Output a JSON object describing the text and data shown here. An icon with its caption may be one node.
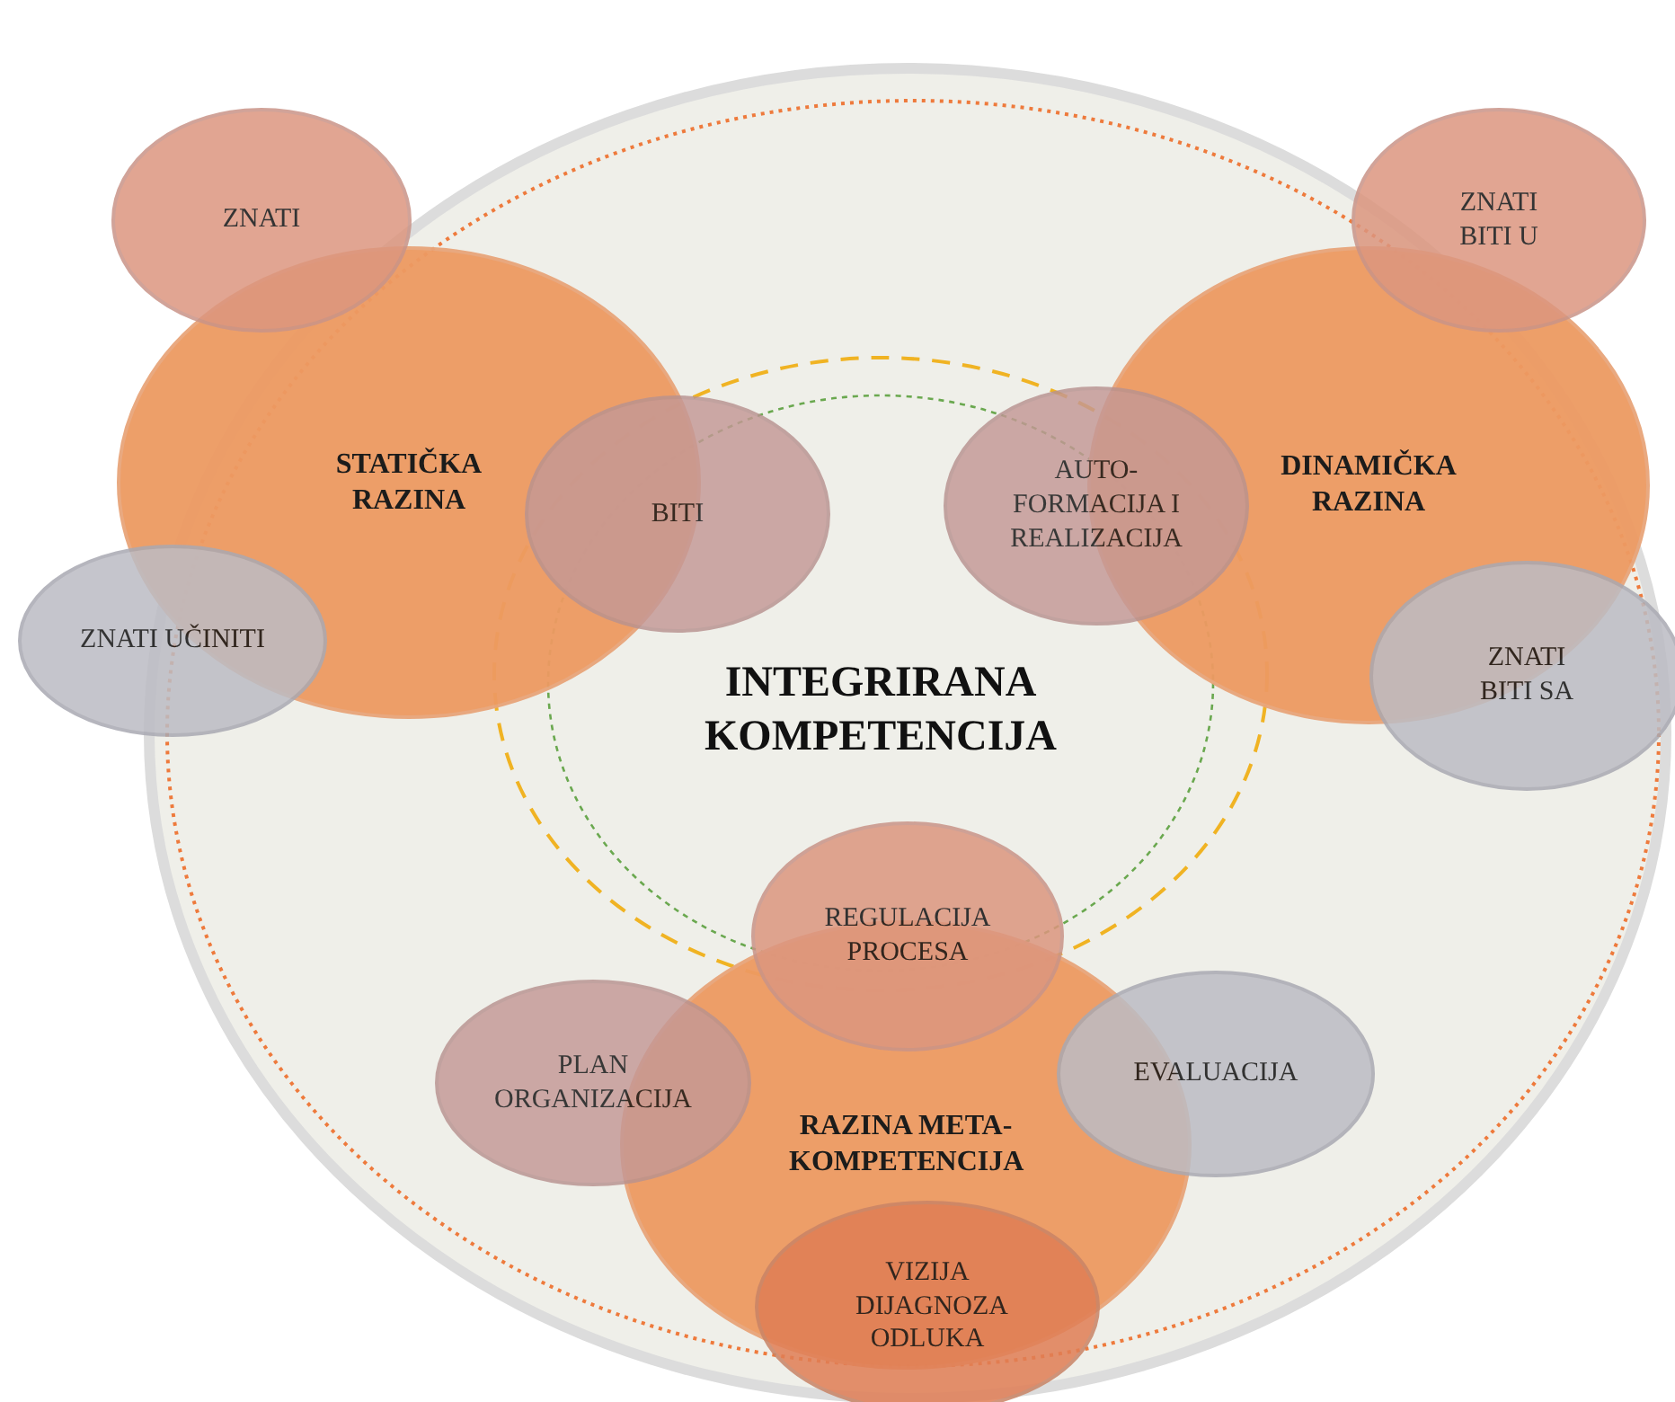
{
  "diagram": {
    "nodes": [
      {
        "text": [
          "INTEGRIRANA KOMPETENCIJA"
        ]
      },
      {
        "text": [
          "STATIČKA RAZINA"
        ]
      },
      {
        "text": [
          "ZNATI"
        ]
      },
      {
        "text": [
          "ZNATI UČINITI"
        ]
      },
      {
        "text": [
          "BITI"
        ]
      },
      {
        "text": [
          "DINAMIČKA RAZINA"
        ]
      },
      {
        "text": [
          "ZNATI BITI U"
        ]
      },
      {
        "text": [
          "AUTO- FORMACIJA I REALIZACIJA"
        ]
      },
      {
        "text": [
          "ZNATI BITI SA"
        ]
      },
      {
        "text": [
          "RAZINA META- KOMPETENCIJA"
        ]
      },
      {
        "text": [
          "REGULACIJA PROCESA"
        ]
      },
      {
        "text": [
          "PLAN ORGANIZACIJA"
        ]
      },
      {
        "text": [
          "EVALUACIJA"
        ]
      },
      {
        "text": [
          "VIZIJA DIJAGNOZA ODLUKA"
        ]
      }
    ]
  }
}
